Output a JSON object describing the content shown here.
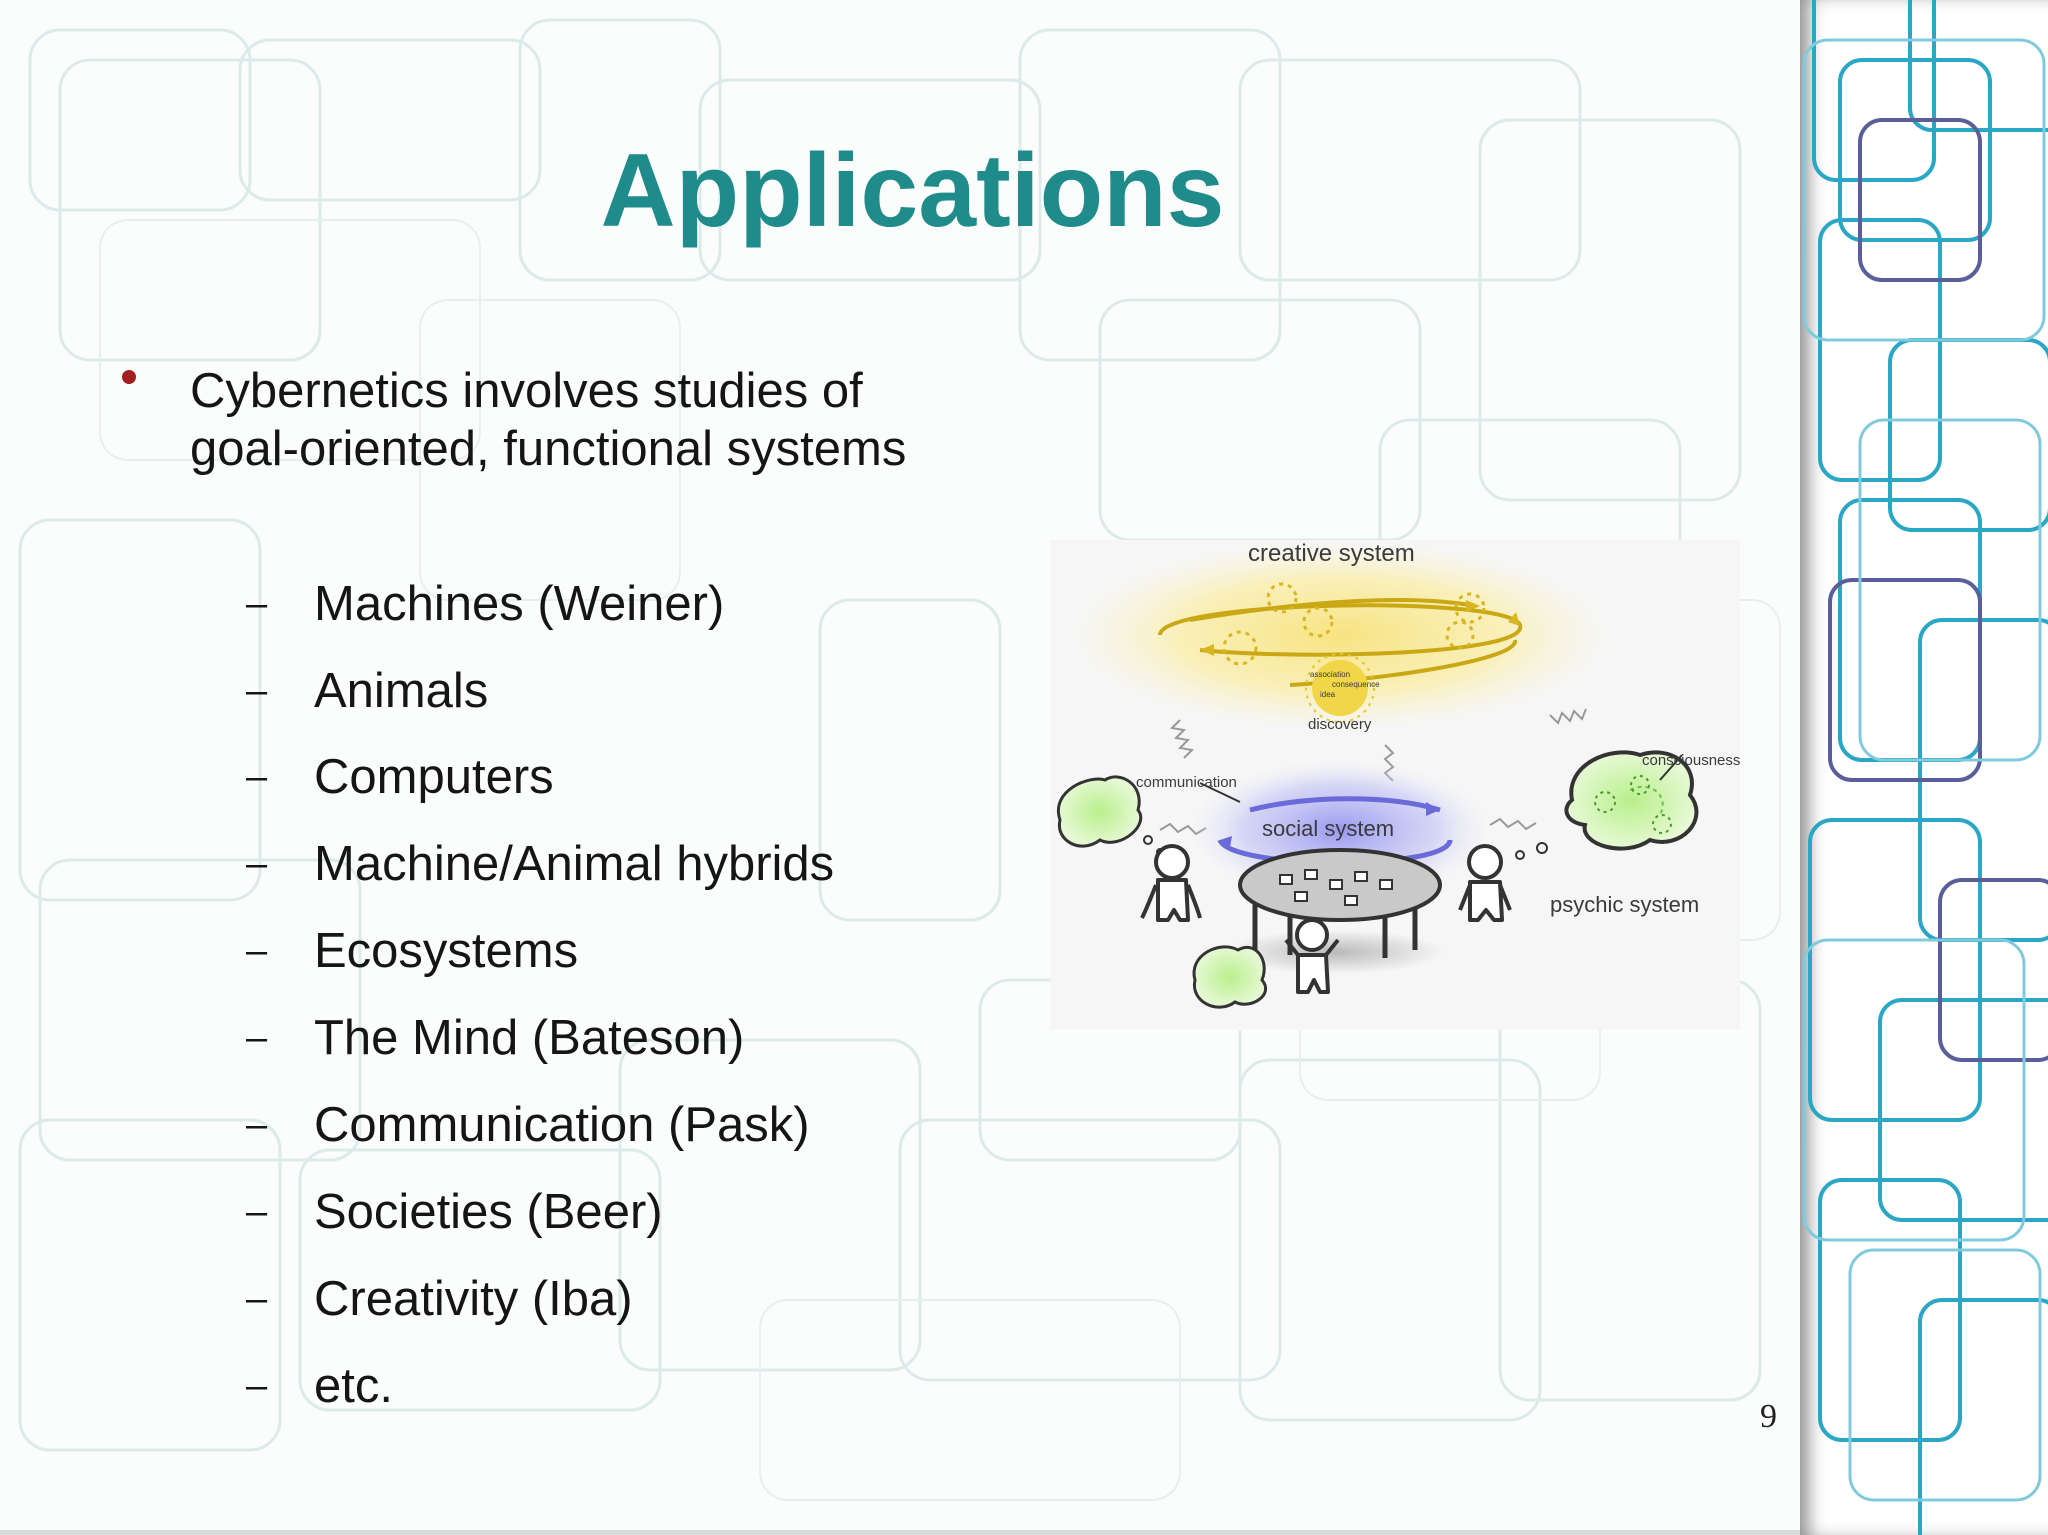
{
  "slide": {
    "title": "Applications",
    "main_bullet": "Cybernetics involves studies of goal-oriented, functional systems",
    "sub_bullets": [
      "Machines (Weiner)",
      "Animals",
      "Computers",
      "Machine/Animal hybrids",
      "Ecosystems",
      "The Mind (Bateson)",
      "Communication (Pask)",
      "Societies (Beer)",
      "Creativity (Iba)",
      "etc."
    ],
    "page_number": "9"
  },
  "diagram": {
    "creative_system": "creative system",
    "association": "association",
    "consequence": "consequence",
    "idea": "idea",
    "discovery": "discovery",
    "communication": "communication",
    "social_system": "social system",
    "consciousness": "consciousness",
    "psychic_system": "psychic system"
  },
  "colors": {
    "title": "#1f8b8b",
    "bullet": "#a11f1f",
    "text": "#151515",
    "creative_glow": "#f7e27a",
    "social_glow": "#8f8ff0",
    "psychic_glow": "#b9ef8c",
    "band_lines": "#2aa7c4"
  }
}
